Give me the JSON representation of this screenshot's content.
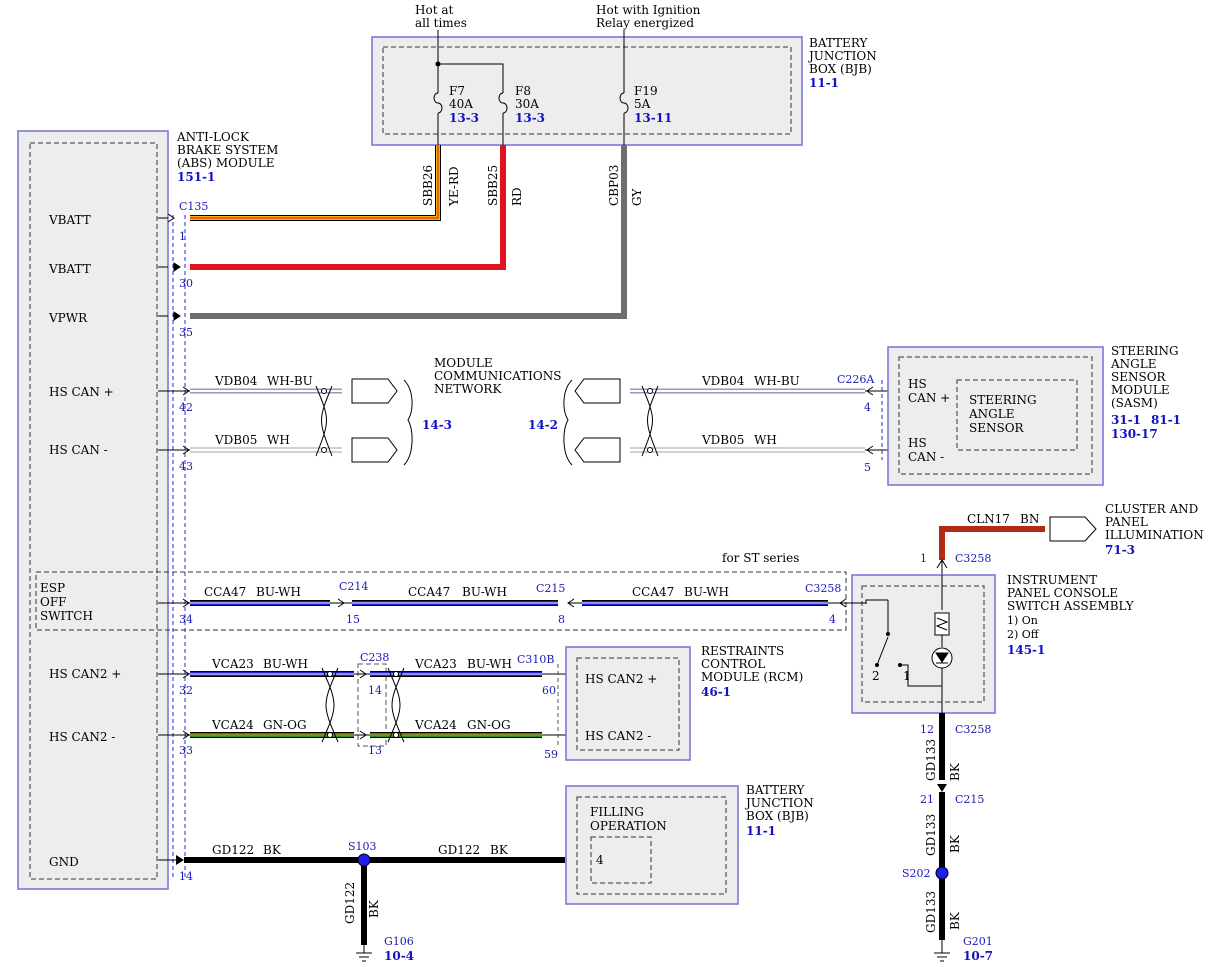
{
  "modules": {
    "abs": {
      "lines": [
        "ANTI-LOCK",
        "BRAKE SYSTEM",
        "(ABS) MODULE"
      ],
      "ref": "151-1",
      "pins": [
        "VBATT",
        "VBATT",
        "VPWR",
        "HS CAN +",
        "HS CAN -",
        "HS CAN2 +",
        "HS CAN2 -",
        "GND"
      ],
      "esp": [
        "ESP",
        "OFF",
        "SWITCH"
      ]
    },
    "bjb_top": {
      "lines": [
        "BATTERY",
        "JUNCTION",
        "BOX (BJB)"
      ],
      "ref": "11-1",
      "fuses": [
        {
          "name": "F7",
          "rating": "40A",
          "ref": "13-3"
        },
        {
          "name": "F8",
          "rating": "30A",
          "ref": "13-3"
        },
        {
          "name": "F19",
          "rating": "5A",
          "ref": "13-11"
        }
      ],
      "hot_always": [
        "Hot at",
        "all times"
      ],
      "hot_ign": [
        "Hot with Ignition",
        "Relay energized"
      ]
    },
    "network": {
      "lines": [
        "MODULE",
        "COMMUNICATIONS",
        "NETWORK"
      ],
      "ref_left": "14-3",
      "ref_right": "14-2"
    },
    "sasm": {
      "lines": [
        "STEERING",
        "ANGLE",
        "SENSOR",
        "MODULE",
        "(SASM)"
      ],
      "refs": [
        "31-1",
        "81-1",
        "130-17"
      ],
      "inner": [
        "STEERING",
        "ANGLE",
        "SENSOR"
      ],
      "pin_hs_plus": [
        "HS",
        "CAN +"
      ],
      "pin_hs_minus": [
        "HS",
        "CAN -"
      ]
    },
    "cluster": {
      "lines": [
        "CLUSTER AND",
        "PANEL",
        "ILLUMINATION"
      ],
      "ref": "71-3"
    },
    "ipcs": {
      "lines": [
        "INSTRUMENT",
        "PANEL CONSOLE",
        "SWITCH ASSEMBLY",
        "1) On",
        "2) Off"
      ],
      "ref": "145-1"
    },
    "rcm": {
      "lines": [
        "RESTRAINTS",
        "CONTROL",
        "MODULE (RCM)"
      ],
      "ref": "46-1",
      "pin_plus": "HS CAN2 +",
      "pin_minus": "HS CAN2 -"
    },
    "bjb_bottom": {
      "lines": [
        "BATTERY",
        "JUNCTION",
        "BOX (BJB)"
      ],
      "ref": "11-1",
      "inner": [
        "FILLING",
        "OPERATION"
      ],
      "pin": "4"
    }
  },
  "connectors": {
    "c135": "C135",
    "c226a": "C226A",
    "c214": "C214",
    "c215": "C215",
    "c3258": "C3258",
    "c238": "C238",
    "c310b": "C310B",
    "s103": "S103",
    "s202": "S202",
    "g106": "G106",
    "g201": "G201"
  },
  "grounds": {
    "g106_ref": "10-4",
    "g201_ref": "10-7"
  },
  "note_st": "for ST series",
  "wires": {
    "sbb26": {
      "circuit": "SBB26",
      "color": "YE-RD"
    },
    "sbb25": {
      "circuit": "SBB25",
      "color": "RD"
    },
    "cbp03": {
      "circuit": "CBP03",
      "color": "GY"
    },
    "vdb04": {
      "circuit": "VDB04",
      "color": "WH-BU"
    },
    "vdb05": {
      "circuit": "VDB05",
      "color": "WH"
    },
    "cln17": {
      "circuit": "CLN17",
      "color": "BN"
    },
    "cca47": {
      "circuit": "CCA47",
      "color": "BU-WH"
    },
    "vca23": {
      "circuit": "VCA23",
      "color": "BU-WH"
    },
    "vca24": {
      "circuit": "VCA24",
      "color": "GN-OG"
    },
    "gd122": {
      "circuit": "GD122",
      "color": "BK"
    },
    "gd133": {
      "circuit": "GD133",
      "color": "BK"
    }
  },
  "pins": {
    "abs_1": "1",
    "abs_30": "30",
    "abs_35": "35",
    "abs_42": "42",
    "abs_43": "43",
    "abs_34": "34",
    "abs_32": "32",
    "abs_33": "33",
    "abs_14": "14",
    "sasm_4": "4",
    "sasm_5": "5",
    "c214_15": "15",
    "c215_8": "8",
    "c3258_4": "4",
    "c3258_1": "1",
    "c3258_12": "12",
    "c238_14": "14",
    "c238_13": "13",
    "rcm_60": "60",
    "rcm_59": "59",
    "c215_21": "21",
    "sw_2": "2",
    "sw_1": "1"
  },
  "colors": {
    "ye_rd": "#f0b400",
    "rd": "#e0141e",
    "gy": "#6e6e6e",
    "bu": "#2020d8",
    "gn": "#2f8a1e",
    "bn": "#b22a14",
    "bk": "#000000"
  }
}
